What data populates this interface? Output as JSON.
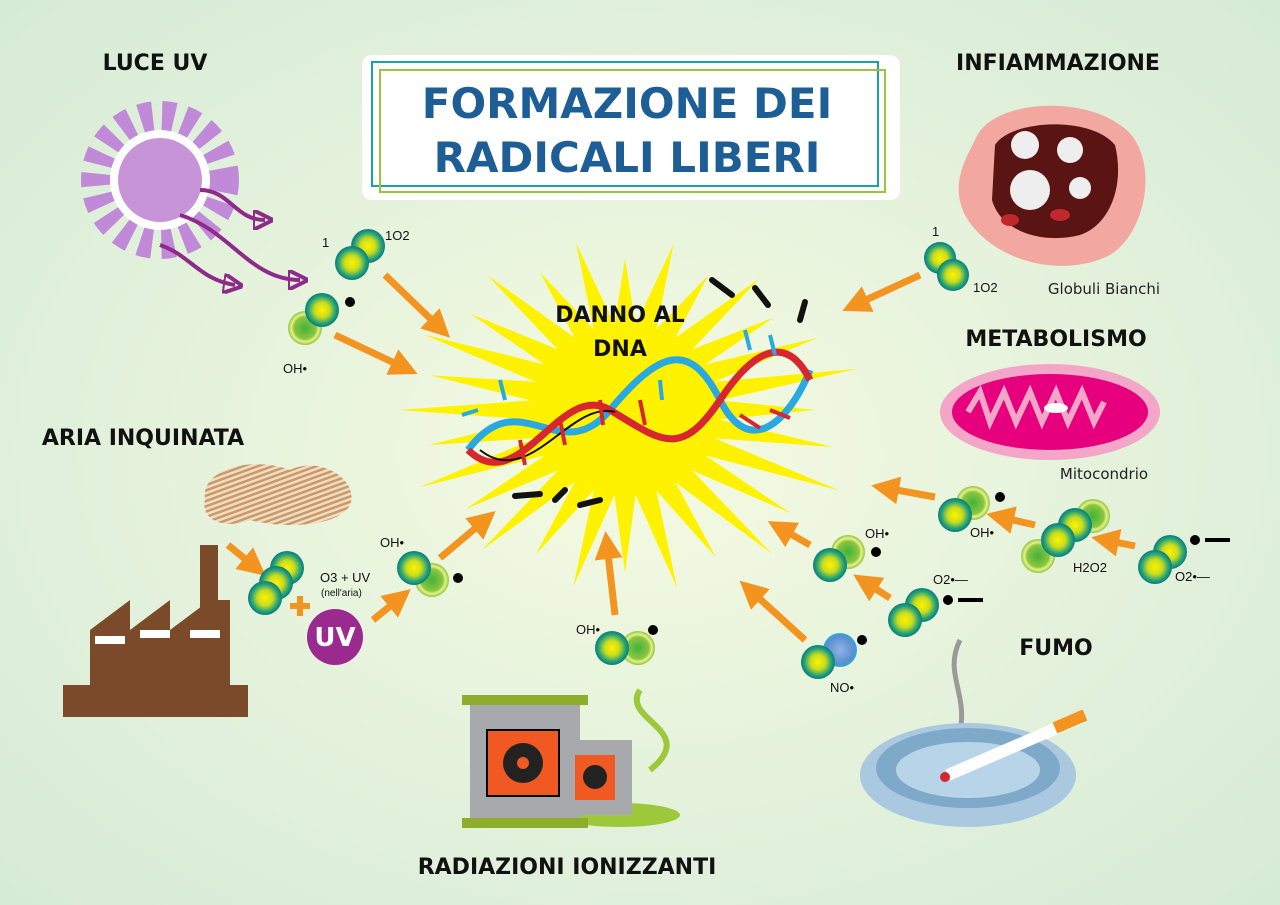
{
  "title": {
    "line1": "FORMAZIONE DEI",
    "line2": "RADICALI LIBERI"
  },
  "center": {
    "line1": "DANNO AL",
    "line2": "DNA"
  },
  "sources": {
    "uv": "LUCE UV",
    "inflammation": "INFIAMMAZIONE",
    "metabolism": "METABOLISMO",
    "polluted_air": "ARIA INQUINATA",
    "smoke": "FUMO",
    "radiation": "RADIAZIONI IONIZZANTI"
  },
  "captions": {
    "white_cells": "Globuli Bianchi",
    "mitochondrion": "Mitocondrio"
  },
  "molecules": {
    "uv_singlet_1": "1",
    "uv_singlet_o2": "1O2",
    "uv_oh": "OH•",
    "infl_singlet_1": "1",
    "infl_singlet_o2": "1O2",
    "air_oh": "OH•",
    "air_o3": "O3 + UV",
    "air_note": "(nell'aria)",
    "air_uv_badge": "UV",
    "rad_oh": "OH•",
    "smoke_oh": "OH•",
    "smoke_o2": "O2•—",
    "smoke_no": "NO•",
    "met_oh": "OH•",
    "met_h2o2": "H2O2",
    "met_o2": "O2•—"
  },
  "colors": {
    "title": "#1d5e96",
    "arrow": "#f39420",
    "burst": "#fff200",
    "uv_badge": "#9b2a8f"
  }
}
